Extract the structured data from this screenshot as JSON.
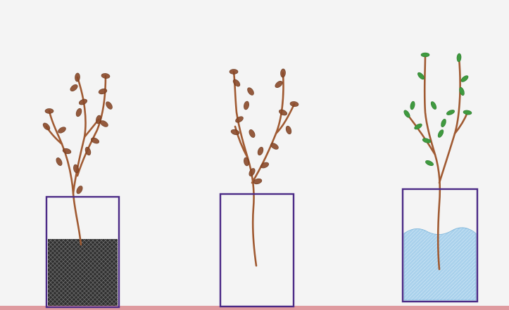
{
  "scene": {
    "paper_color": "#f1f1f1",
    "jar_outline_color": "#4b2a86",
    "stem_color": "#a05a32",
    "bud_color": "#8a4a2a",
    "leaf_color": "#3f9a3f",
    "soil_color": "#2f2f2f",
    "water_color": "#a9d1ec",
    "bottom_stripe_color": "#d9838a"
  },
  "drawings": [
    {
      "label": "",
      "jar_contents": "soil",
      "branch_tips": "buds"
    },
    {
      "label": "",
      "jar_contents": "empty",
      "branch_tips": "buds"
    },
    {
      "label": "",
      "jar_contents": "water",
      "branch_tips": "leaves"
    }
  ]
}
